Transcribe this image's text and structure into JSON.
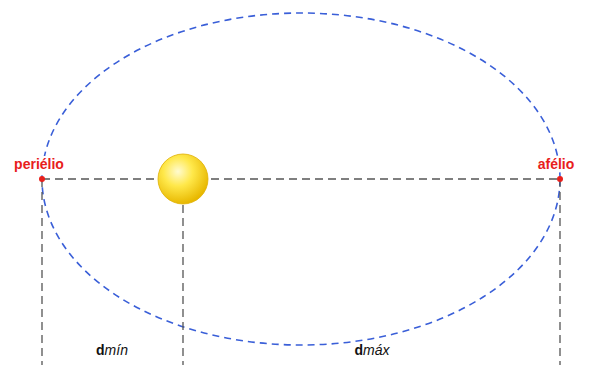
{
  "diagram": {
    "labels": [
      "periélio",
      "afélio",
      "dmín",
      "dmáx"
    ]
  }
}
